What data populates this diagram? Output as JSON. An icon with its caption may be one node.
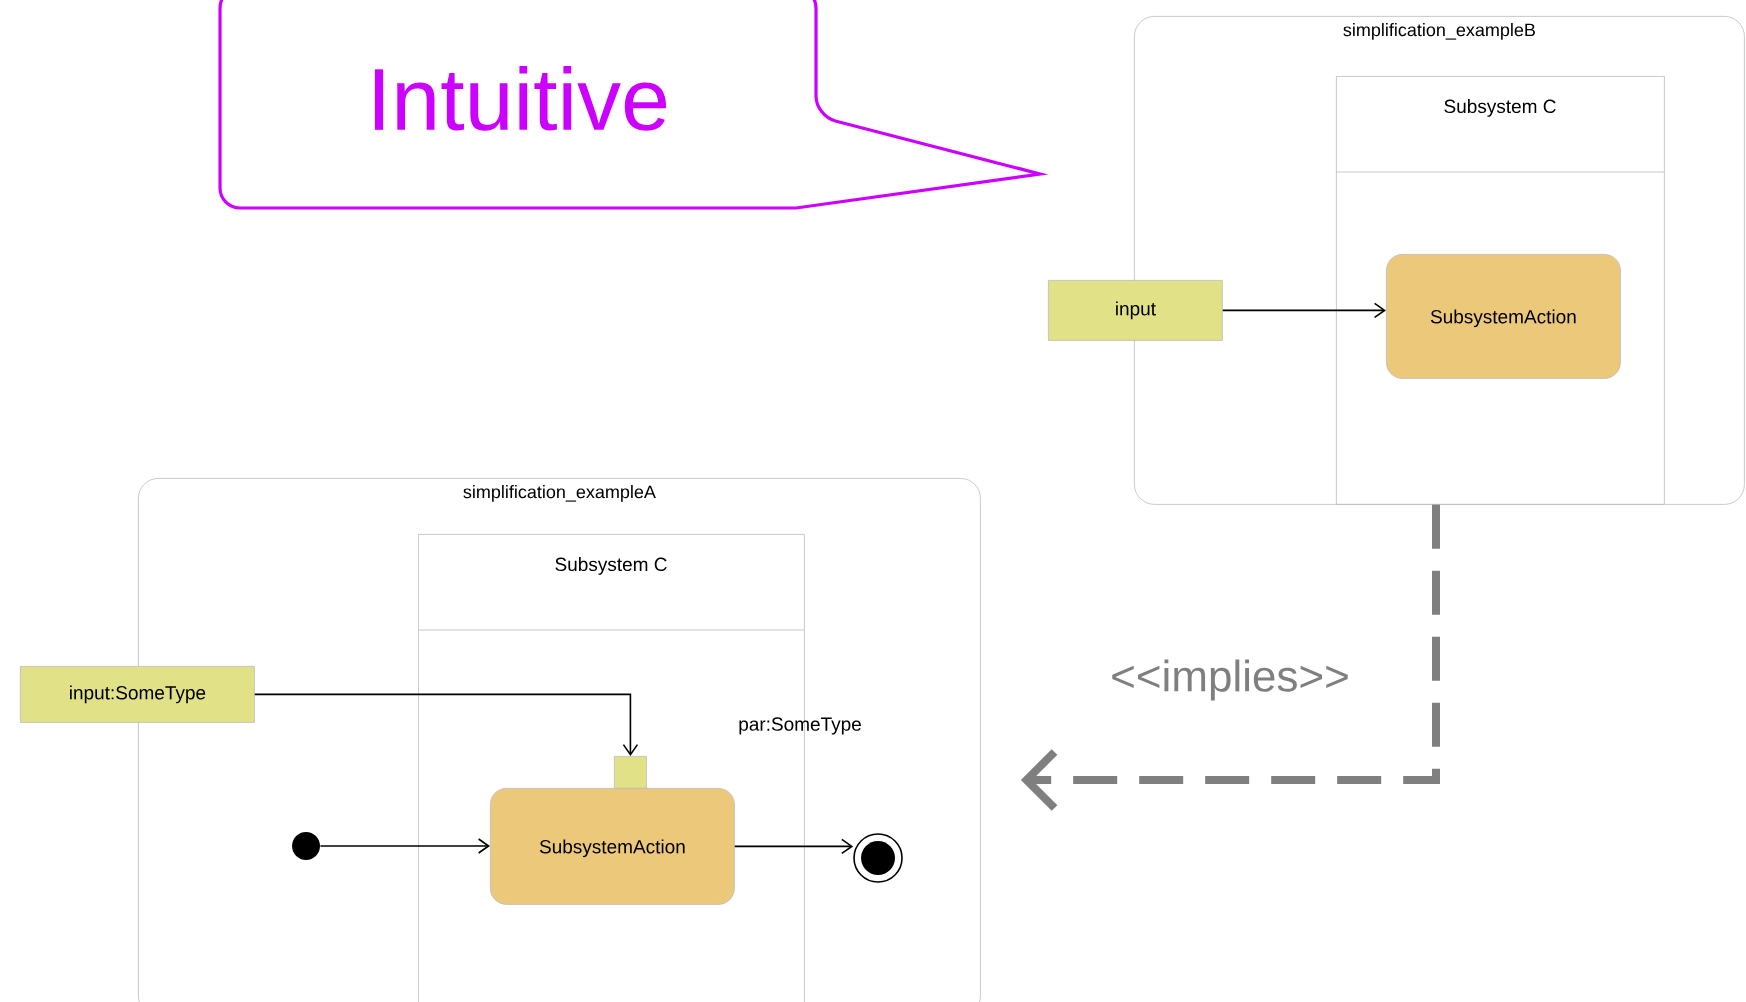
{
  "diagram": {
    "nodes": [
      {
        "text": [
          "Intuitive"
        ]
      },
      {
        "text": [
          "simplification_exampleB"
        ]
      },
      {
        "text": [
          "Subsystem C"
        ],
        "in": 1
      },
      {
        "text": [
          "SubsystemAction"
        ],
        "in": 2
      },
      {
        "text": [
          "input"
        ]
      },
      {
        "text": [
          "simplification_exampleA"
        ]
      },
      {
        "text": [
          "Subsystem C"
        ],
        "in": 5
      },
      {
        "text": [
          "input:SomeType"
        ]
      },
      {
        "text": [],
        "shape": "box",
        "in": 6
      },
      {
        "text": [
          "SubsystemAction"
        ],
        "in": 6
      },
      {
        "text": [],
        "shape": "circle",
        "in": 5
      },
      {
        "text": [],
        "shape": "circle",
        "in": 5
      }
    ],
    "edges": [
      {
        "from": 4,
        "to": 3,
        "arrow": "to"
      },
      {
        "from": 7,
        "to": 8,
        "arrow": "to"
      },
      {
        "from": 10,
        "to": 9,
        "arrow": "to"
      },
      {
        "from": 9,
        "to": 11,
        "arrow": "to"
      },
      {
        "from": 1,
        "to": 5,
        "arrow": "to",
        "label": "<<implies>>",
        "style": "dashed",
        "color": "#7f7f7f"
      }
    ],
    "labels": [
      "par:SomeType"
    ]
  }
}
